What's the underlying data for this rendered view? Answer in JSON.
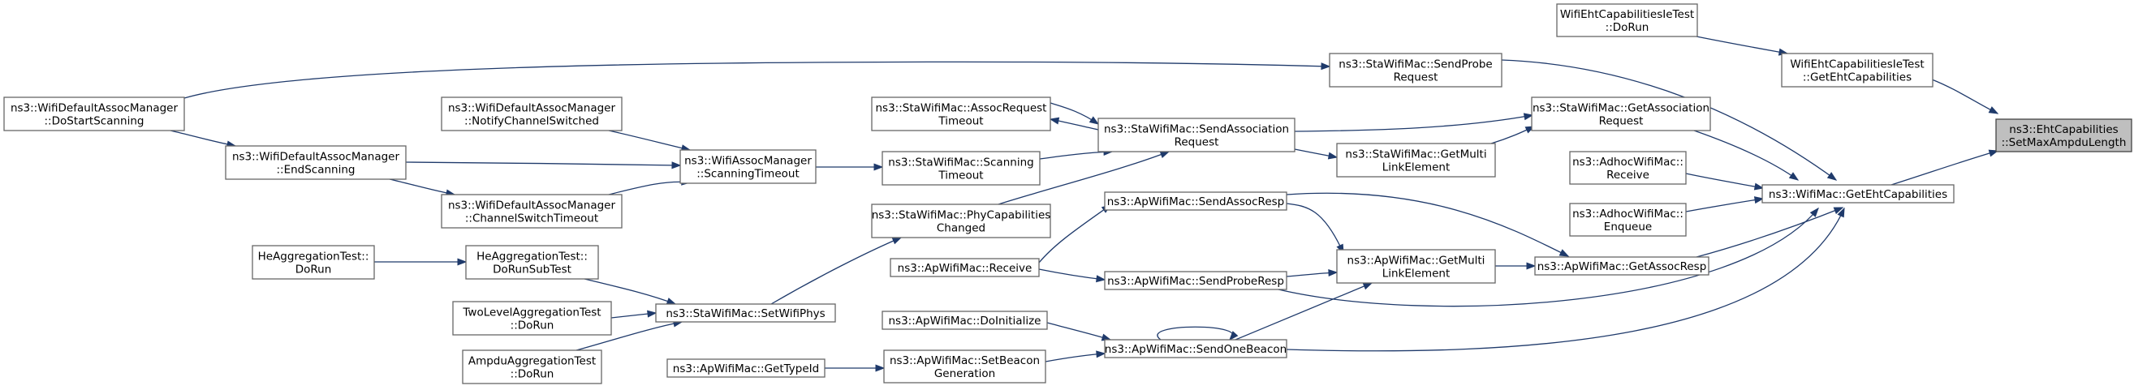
{
  "diagram": {
    "nodes": [
      {
        "id": "focus",
        "lines": [
          "ns3::EhtCapabilities",
          "::SetMaxAmpduLength"
        ],
        "focus": true
      },
      {
        "id": "ehtTestDoRun",
        "lines": [
          "WifiEhtCapabilitiesIeTest",
          "::DoRun"
        ]
      },
      {
        "id": "ehtTestGetCaps",
        "lines": [
          "WifiEhtCapabilitiesIeTest",
          "::GetEhtCapabilities"
        ]
      },
      {
        "id": "getEhtCaps",
        "lines": [
          "ns3::WifiMac::GetEhtCapabilities"
        ]
      },
      {
        "id": "sendProbeReq",
        "lines": [
          "ns3::StaWifiMac::SendProbe",
          "Request"
        ]
      },
      {
        "id": "staGetAssocReq",
        "lines": [
          "ns3::StaWifiMac::GetAssociation",
          "Request"
        ]
      },
      {
        "id": "adhocReceive",
        "lines": [
          "ns3::AdhocWifiMac::",
          "Receive"
        ]
      },
      {
        "id": "adhocEnqueue",
        "lines": [
          "ns3::AdhocWifiMac::",
          "Enqueue"
        ]
      },
      {
        "id": "apGetAssocResp",
        "lines": [
          "ns3::ApWifiMac::GetAssocResp"
        ]
      },
      {
        "id": "staGetMultiLink",
        "lines": [
          "ns3::StaWifiMac::GetMulti",
          "LinkElement"
        ]
      },
      {
        "id": "apGetMultiLink",
        "lines": [
          "ns3::ApWifiMac::GetMulti",
          "LinkElement"
        ]
      },
      {
        "id": "sendAssocReq",
        "lines": [
          "ns3::StaWifiMac::SendAssociation",
          "Request"
        ]
      },
      {
        "id": "assocReqTimeout",
        "lines": [
          "ns3::StaWifiMac::AssocRequest",
          "Timeout"
        ]
      },
      {
        "id": "scanningTimeoutSta",
        "lines": [
          "ns3::StaWifiMac::Scanning",
          "Timeout"
        ]
      },
      {
        "id": "phyCapsChanged",
        "lines": [
          "ns3::StaWifiMac::PhyCapabilities",
          "Changed"
        ]
      },
      {
        "id": "apSendAssocResp",
        "lines": [
          "ns3::ApWifiMac::SendAssocResp"
        ]
      },
      {
        "id": "apSendProbeResp",
        "lines": [
          "ns3::ApWifiMac::SendProbeResp"
        ]
      },
      {
        "id": "apSendOneBeacon",
        "lines": [
          "ns3::ApWifiMac::SendOneBeacon"
        ]
      },
      {
        "id": "apReceive",
        "lines": [
          "ns3::ApWifiMac::Receive"
        ]
      },
      {
        "id": "apDoInitialize",
        "lines": [
          "ns3::ApWifiMac::DoInitialize"
        ]
      },
      {
        "id": "apSetBeaconGen",
        "lines": [
          "ns3::ApWifiMac::SetBeacon",
          "Generation"
        ]
      },
      {
        "id": "apGetTypeId",
        "lines": [
          "ns3::ApWifiMac::GetTypeId"
        ]
      },
      {
        "id": "assocMgrScanTimeout",
        "lines": [
          "ns3::WifiAssocManager",
          "::ScanningTimeout"
        ]
      },
      {
        "id": "setWifiPhys",
        "lines": [
          "ns3::StaWifiMac::SetWifiPhys"
        ]
      },
      {
        "id": "notifyChanSwitched",
        "lines": [
          "ns3::WifiDefaultAssocManager",
          "::NotifyChannelSwitched"
        ]
      },
      {
        "id": "chanSwitchTimeout",
        "lines": [
          "ns3::WifiDefaultAssocManager",
          "::ChannelSwitchTimeout"
        ]
      },
      {
        "id": "endScanning",
        "lines": [
          "ns3::WifiDefaultAssocManager",
          "::EndScanning"
        ]
      },
      {
        "id": "doStartScanning",
        "lines": [
          "ns3::WifiDefaultAssocManager",
          "::DoStartScanning"
        ]
      },
      {
        "id": "heDoRunSubTest",
        "lines": [
          "HeAggregationTest::",
          "DoRunSubTest"
        ]
      },
      {
        "id": "heDoRun",
        "lines": [
          "HeAggregationTest::",
          "DoRun"
        ]
      },
      {
        "id": "twoLevelDoRun",
        "lines": [
          "TwoLevelAggregationTest",
          "::DoRun"
        ]
      },
      {
        "id": "ampduDoRun",
        "lines": [
          "AmpduAggregationTest",
          "::DoRun"
        ]
      }
    ],
    "edges": [
      {
        "from": "ehtTestDoRun",
        "to": "ehtTestGetCaps"
      },
      {
        "from": "ehtTestGetCaps",
        "to": "focus"
      },
      {
        "from": "getEhtCaps",
        "to": "focus"
      },
      {
        "from": "sendProbeReq",
        "to": "getEhtCaps"
      },
      {
        "from": "staGetAssocReq",
        "to": "getEhtCaps"
      },
      {
        "from": "adhocReceive",
        "to": "getEhtCaps"
      },
      {
        "from": "adhocEnqueue",
        "to": "getEhtCaps"
      },
      {
        "from": "apGetAssocResp",
        "to": "getEhtCaps"
      },
      {
        "from": "apSendProbeResp",
        "to": "getEhtCaps"
      },
      {
        "from": "apSendOneBeacon",
        "to": "getEhtCaps"
      },
      {
        "from": "sendAssocReq",
        "to": "staGetAssocReq"
      },
      {
        "from": "staGetMultiLink",
        "to": "staGetAssocReq"
      },
      {
        "from": "sendAssocReq",
        "to": "staGetMultiLink"
      },
      {
        "from": "apGetMultiLink",
        "to": "apGetAssocResp"
      },
      {
        "from": "apSendAssocResp",
        "to": "apGetAssocResp"
      },
      {
        "from": "apSendAssocResp",
        "to": "apGetMultiLink"
      },
      {
        "from": "apSendProbeResp",
        "to": "apGetMultiLink"
      },
      {
        "from": "apSendOneBeacon",
        "to": "apGetMultiLink"
      },
      {
        "from": "sendAssocReq",
        "to": "assocReqTimeout"
      },
      {
        "from": "assocReqTimeout",
        "to": "sendAssocReq"
      },
      {
        "from": "scanningTimeoutSta",
        "to": "sendAssocReq"
      },
      {
        "from": "phyCapsChanged",
        "to": "sendAssocReq"
      },
      {
        "from": "doStartScanning",
        "to": "sendProbeReq"
      },
      {
        "from": "apReceive",
        "to": "apSendAssocResp"
      },
      {
        "from": "apReceive",
        "to": "apSendProbeResp"
      },
      {
        "from": "apDoInitialize",
        "to": "apSendOneBeacon"
      },
      {
        "from": "apSetBeaconGen",
        "to": "apSendOneBeacon"
      },
      {
        "from": "apSendOneBeacon",
        "to": "apSendOneBeacon"
      },
      {
        "from": "apGetTypeId",
        "to": "apSetBeaconGen"
      },
      {
        "from": "assocMgrScanTimeout",
        "to": "scanningTimeoutSta"
      },
      {
        "from": "setWifiPhys",
        "to": "phyCapsChanged"
      },
      {
        "from": "notifyChanSwitched",
        "to": "assocMgrScanTimeout"
      },
      {
        "from": "endScanning",
        "to": "assocMgrScanTimeout"
      },
      {
        "from": "chanSwitchTimeout",
        "to": "assocMgrScanTimeout"
      },
      {
        "from": "doStartScanning",
        "to": "endScanning"
      },
      {
        "from": "endScanning",
        "to": "chanSwitchTimeout"
      },
      {
        "from": "heDoRunSubTest",
        "to": "setWifiPhys"
      },
      {
        "from": "heDoRun",
        "to": "heDoRunSubTest"
      },
      {
        "from": "twoLevelDoRun",
        "to": "setWifiPhys"
      },
      {
        "from": "ampduDoRun",
        "to": "setWifiPhys"
      }
    ]
  }
}
